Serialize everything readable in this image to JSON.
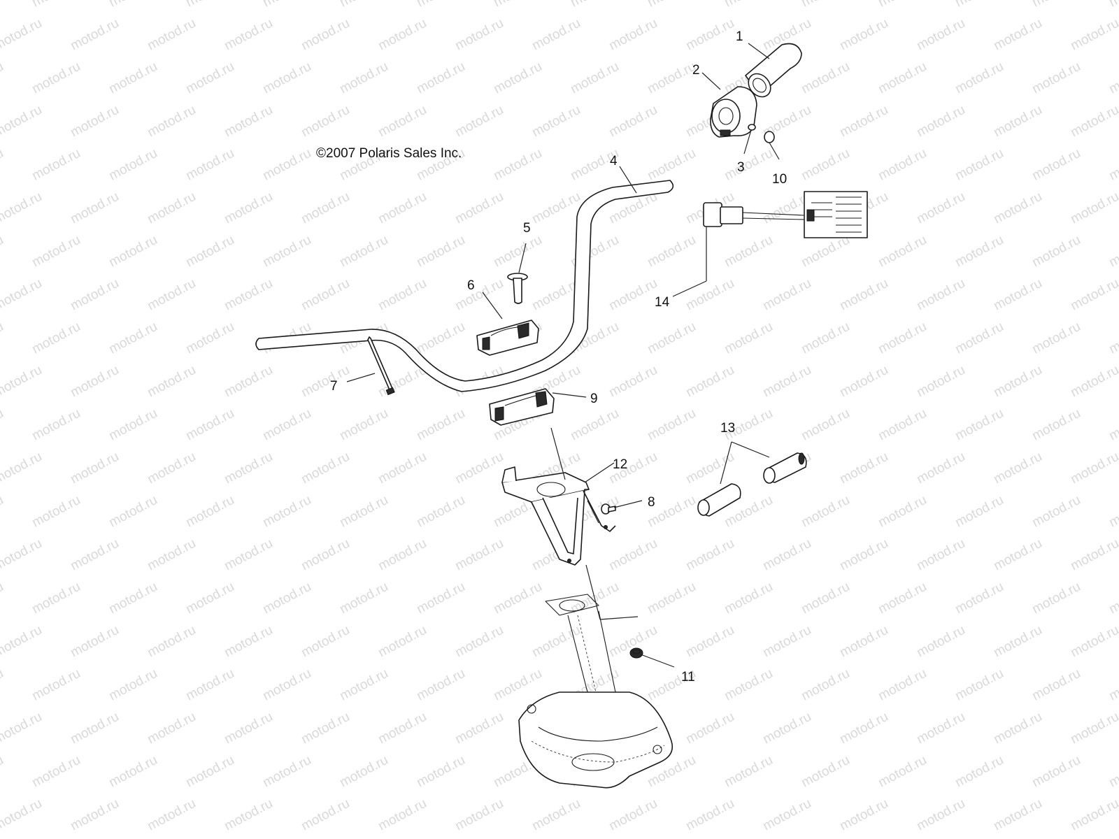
{
  "copyright": "©2007 Polaris Sales Inc.",
  "watermark": "motod.ru",
  "callouts": [
    {
      "id": "1",
      "label": "1"
    },
    {
      "id": "2",
      "label": "2"
    },
    {
      "id": "3",
      "label": "3"
    },
    {
      "id": "4",
      "label": "4"
    },
    {
      "id": "5",
      "label": "5"
    },
    {
      "id": "6",
      "label": "6"
    },
    {
      "id": "7",
      "label": "7"
    },
    {
      "id": "8",
      "label": "8"
    },
    {
      "id": "9",
      "label": "9"
    },
    {
      "id": "10",
      "label": "10"
    },
    {
      "id": "11",
      "label": "11"
    },
    {
      "id": "12",
      "label": "12"
    },
    {
      "id": "13",
      "label": "13"
    },
    {
      "id": "14",
      "label": "14"
    }
  ]
}
